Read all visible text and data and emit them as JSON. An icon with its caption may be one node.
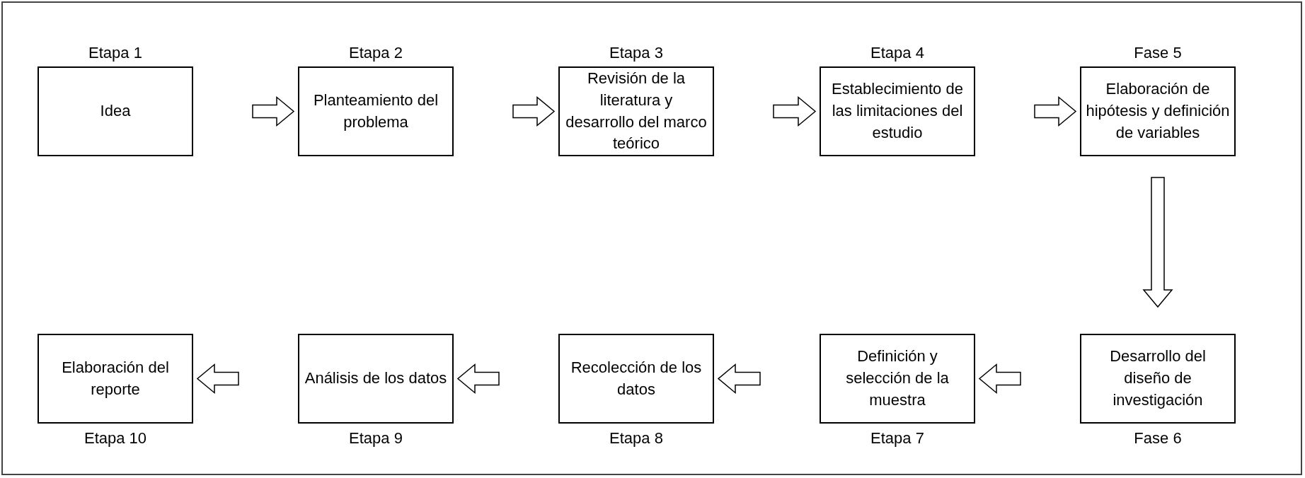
{
  "diagram": {
    "nodes": [
      {
        "text": [
          "Idea"
        ],
        "beside": [
          "Etapa 1"
        ]
      },
      {
        "text": [
          "Planteamiento del problema"
        ],
        "beside": [
          "Etapa 2"
        ]
      },
      {
        "text": [
          "Revisión de la literatura y desarrollo del marco teórico"
        ],
        "beside": [
          "Etapa 3"
        ]
      },
      {
        "text": [
          "Establecimiento de las limitaciones del estudio"
        ],
        "beside": [
          "Etapa 4"
        ]
      },
      {
        "text": [
          "Elaboración de hipótesis y definición de variables"
        ],
        "beside": [
          "Fase 5"
        ]
      },
      {
        "text": [
          "Desarrollo del diseño de investigación"
        ],
        "beside": [
          "Fase 6"
        ]
      },
      {
        "text": [
          "Definición y selección de la muestra"
        ],
        "beside": [
          "Etapa 7"
        ]
      },
      {
        "text": [
          "Recolección de los datos"
        ],
        "beside": [
          "Etapa 8"
        ]
      },
      {
        "text": [
          "Análisis de los datos"
        ],
        "beside": [
          "Etapa 9"
        ]
      },
      {
        "text": [
          "Elaboración del reporte"
        ],
        "beside": [
          "Etapa 10"
        ]
      }
    ],
    "edges": [
      {
        "from": 0,
        "to": 1,
        "arrow": "to"
      },
      {
        "from": 1,
        "to": 2,
        "arrow": "to"
      },
      {
        "from": 2,
        "to": 3,
        "arrow": "to"
      },
      {
        "from": 3,
        "to": 4,
        "arrow": "to"
      },
      {
        "from": 4,
        "to": 5,
        "arrow": "to"
      },
      {
        "from": 5,
        "to": 6,
        "arrow": "to"
      },
      {
        "from": 6,
        "to": 7,
        "arrow": "to"
      },
      {
        "from": 7,
        "to": 8,
        "arrow": "to"
      },
      {
        "from": 8,
        "to": 9,
        "arrow": "to"
      }
    ]
  }
}
